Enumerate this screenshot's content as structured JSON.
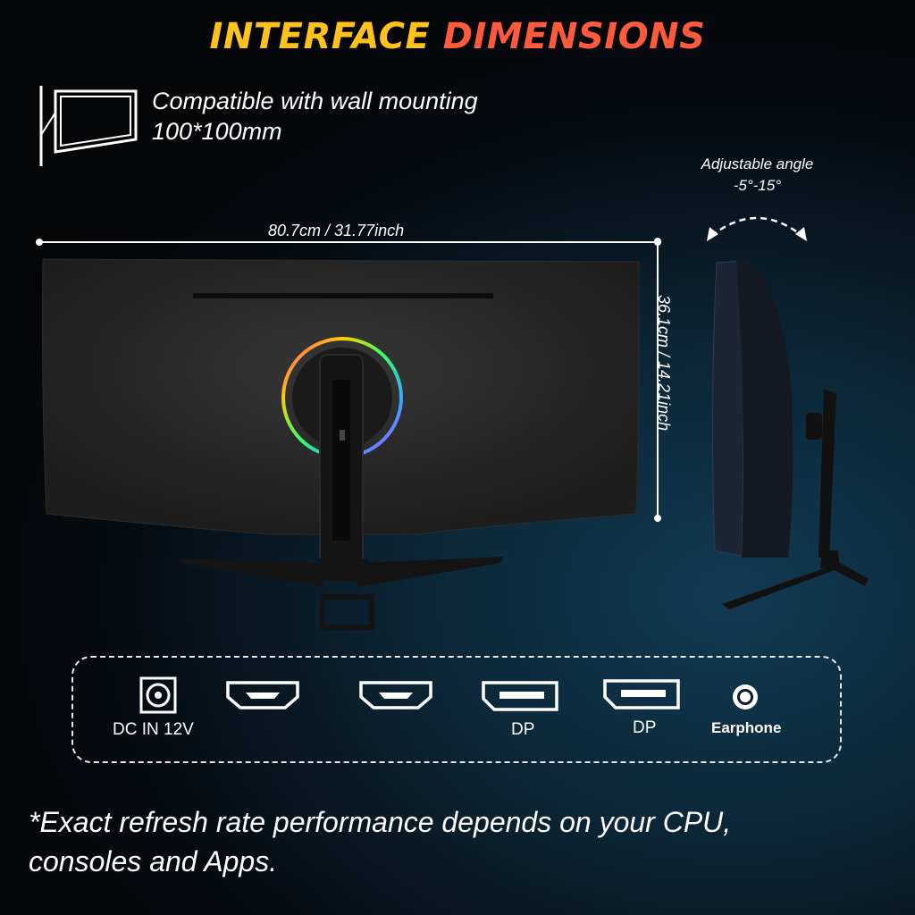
{
  "header": {
    "title_part1": "INTERFACE",
    "title_part2": "DIMENSIONS"
  },
  "colors": {
    "title_part1": "#ffc21a",
    "title_part2": "#ff5a3c"
  },
  "wall_mount": {
    "icon": "wall-mount-icon",
    "line1": "Compatible with wall mounting",
    "line2": "100*100mm"
  },
  "dimensions": {
    "width": "80.7cm / 31.77inch",
    "height": "36.1cm / 14.21inch"
  },
  "angle": {
    "line1": "Adjustable angle",
    "line2": "-5°-15°"
  },
  "ports": [
    {
      "icon": "dc-power-icon",
      "label": "DC IN 12V"
    },
    {
      "icon": "hdmi-port-icon",
      "label": ""
    },
    {
      "icon": "hdmi-port-icon",
      "label": ""
    },
    {
      "icon": "displayport-icon",
      "label": "DP"
    },
    {
      "icon": "displayport-icon",
      "label": "DP"
    },
    {
      "icon": "earphone-jack-icon",
      "label": "Earphone"
    }
  ],
  "footnote": {
    "line1": "*Exact refresh rate performance depends on your CPU,",
    "line2": "consoles and Apps."
  }
}
